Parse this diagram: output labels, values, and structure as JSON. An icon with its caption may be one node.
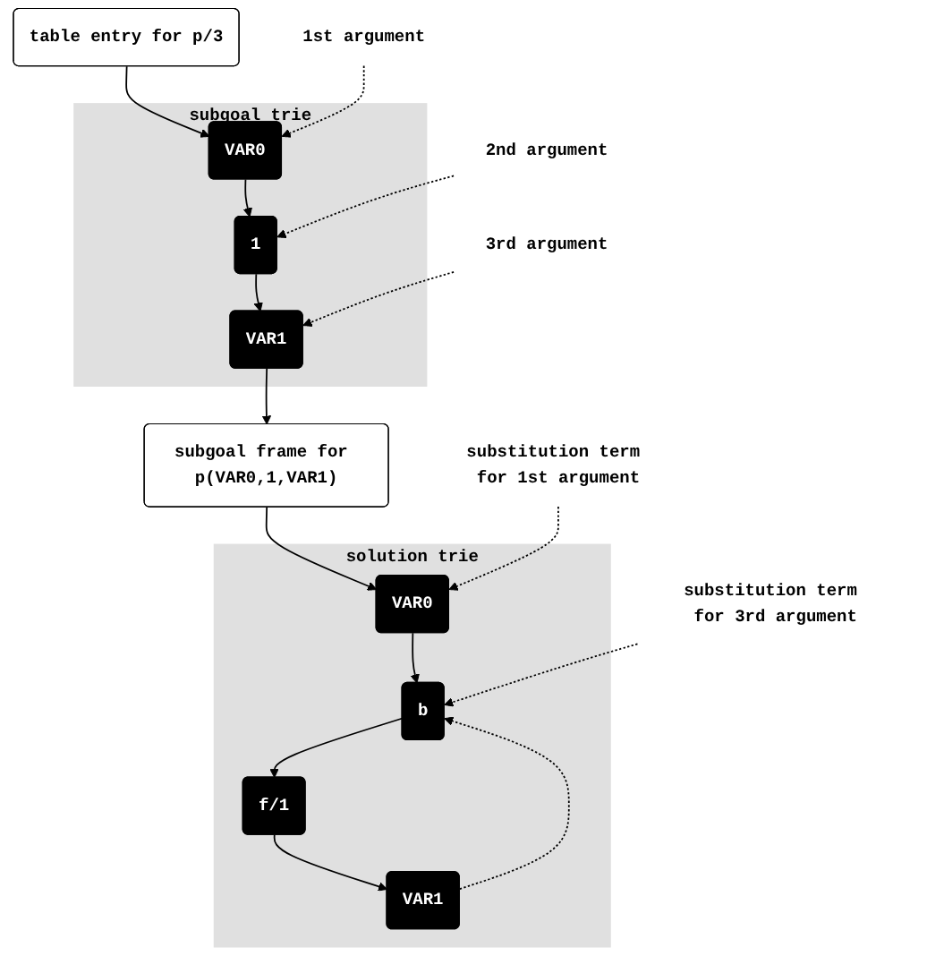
{
  "diagram": {
    "nodes": [
      {
        "text": [
          "table entry for p/3"
        ]
      },
      {
        "text": [
          "subgoal trie"
        ]
      },
      {
        "text": [
          "VAR0"
        ],
        "in": 1
      },
      {
        "text": [
          "1"
        ],
        "in": 1
      },
      {
        "text": [
          "VAR1"
        ],
        "in": 1
      },
      {
        "text": [
          "subgoal frame for p(VAR0,1,VAR1)"
        ]
      },
      {
        "text": [
          "solution trie"
        ]
      },
      {
        "text": [
          "VAR0"
        ],
        "in": 6
      },
      {
        "text": [
          "b"
        ],
        "in": 6
      },
      {
        "text": [
          "f/1"
        ],
        "in": 6
      },
      {
        "text": [
          "VAR1"
        ],
        "in": 6
      },
      {
        "text": [
          "1st argument"
        ]
      },
      {
        "text": [
          "2nd argument"
        ]
      },
      {
        "text": [
          "3rd argument"
        ]
      },
      {
        "text": [
          "substitution term for 1st argument"
        ]
      },
      {
        "text": [
          "substitution term for 3rd argument"
        ]
      }
    ],
    "edges": [
      {
        "from": 0,
        "to": 2,
        "arrow": "to"
      },
      {
        "from": 2,
        "to": 3,
        "arrow": "to"
      },
      {
        "from": 3,
        "to": 4,
        "arrow": "to"
      },
      {
        "from": 4,
        "to": 5,
        "arrow": "to"
      },
      {
        "from": 5,
        "to": 7,
        "arrow": "to"
      },
      {
        "from": 7,
        "to": 8,
        "arrow": "to"
      },
      {
        "from": 8,
        "to": 9,
        "arrow": "to"
      },
      {
        "from": 9,
        "to": 10,
        "arrow": "to"
      },
      {
        "from": 10,
        "to": 8,
        "arrow": "to",
        "style": "dashed"
      },
      {
        "from": 11,
        "to": 2,
        "arrow": "to",
        "style": "dashed"
      },
      {
        "from": 12,
        "to": 3,
        "arrow": "to",
        "style": "dashed"
      },
      {
        "from": 13,
        "to": 4,
        "arrow": "to",
        "style": "dashed"
      },
      {
        "from": 14,
        "to": 7,
        "arrow": "to",
        "style": "dashed"
      },
      {
        "from": 15,
        "to": 8,
        "arrow": "to",
        "style": "dashed"
      }
    ]
  }
}
